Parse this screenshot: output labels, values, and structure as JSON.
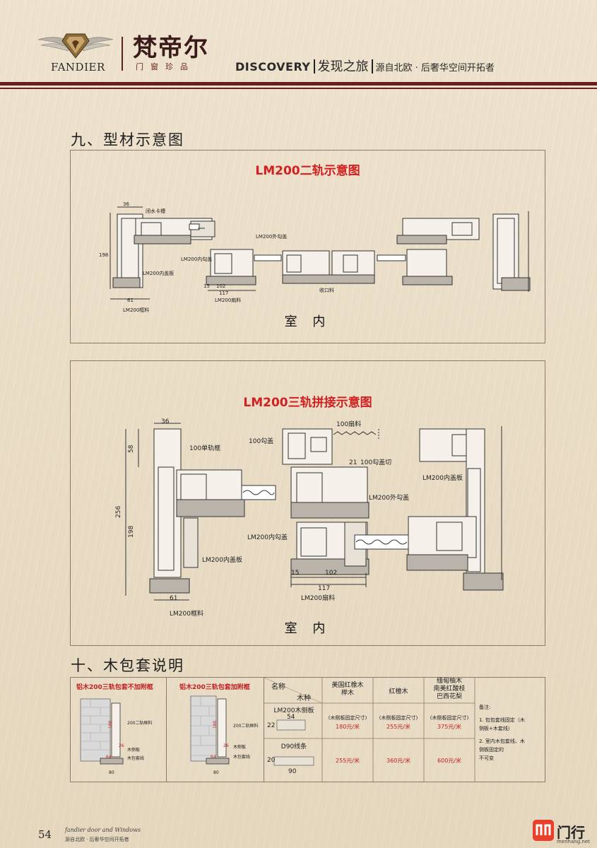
{
  "header": {
    "logo_text": "FANDIER",
    "brand_cn": "梵帝尔",
    "brand_sub": "门窗珍品",
    "tagline_en": "DISCOVERY",
    "tagline_cn": "发现之旅",
    "tagline_desc": "源自北欧 · 后奢华空间开拓者",
    "colors": {
      "maroon": "#6b1d1d",
      "red_title": "#d02020"
    }
  },
  "section9": {
    "title": "九、型材示意图",
    "diagram1": {
      "title": "LM200二轨示意图",
      "room": "室 内",
      "labels": {
        "dim_36": "36",
        "dim_198": "198",
        "drain": "闭水卡槽",
        "hook_outer": "LM200外勾盖",
        "hook_inner": "LM200内勾盖",
        "cover_inner": "LM200内盖板",
        "dim_15": "15",
        "dim_102": "102",
        "dim_117": "117",
        "sash": "LM200扇料",
        "dim_61": "61",
        "frame": "LM200框料",
        "closing": "收口料"
      }
    },
    "diagram2": {
      "title": "LM200三轨拼接示意图",
      "room": "室 内",
      "labels": {
        "dim_36": "36",
        "dim_58": "58",
        "dim_256": "256",
        "dim_198": "198",
        "single_frame": "100单轨框",
        "hook100": "100勾盖",
        "sash100": "100扇料",
        "hook_cut": "100勾盖切",
        "dim_21": "21",
        "cover_inner_r": "LM200内盖板",
        "hook_outer": "LM200外勾盖",
        "hook_inner": "LM200内勾盖",
        "cover_inner_l": "LM200内盖板",
        "dim_15": "15",
        "dim_102": "102",
        "dim_117": "117",
        "sash": "LM200扇料",
        "dim_61": "61",
        "frame": "LM200框料"
      }
    }
  },
  "section10": {
    "title": "十、木包套说明",
    "panel1": {
      "title": "铝木200三轨包套不加附框",
      "labels": {
        "a": "180",
        "b": "200二轨框料",
        "c": "26",
        "d": "木侧板",
        "e": "64",
        "f": "木包套线",
        "g": "80"
      }
    },
    "panel2": {
      "title": "铝木200三轨包套加附框",
      "labels": {
        "a": "180",
        "b": "200二轨框料",
        "c": "26",
        "d": "木侧板",
        "e": "64",
        "f": "木包套线",
        "g": "80"
      }
    },
    "table": {
      "header_name": "名称",
      "header_wood": "木种",
      "columns": [
        "美国红橡木\n榉木",
        "红檀木",
        "缅甸柚木\n南美红酸枝\n巴西花梨"
      ],
      "rows": [
        {
          "name": "LM200木侧板",
          "dim_a": "54",
          "dim_b": "22",
          "cells": [
            {
              "note": "(木侧板固定尺寸)",
              "price": "180元/米"
            },
            {
              "note": "(木侧板固定尺寸)",
              "price": "255元/米"
            },
            {
              "note": "(木侧板固定尺寸)",
              "price": "375元/米"
            }
          ]
        },
        {
          "name": "D90线条",
          "dim_a": "20",
          "dim_b": "90",
          "cells": [
            {
              "note": "",
              "price": "255元/米"
            },
            {
              "note": "",
              "price": "360元/米"
            },
            {
              "note": "",
              "price": "600元/米"
            }
          ]
        }
      ],
      "remarks_title": "备注:",
      "remarks": [
        "1. 包包套线固定（木侧板+木套线）",
        "2. 室内木包套线、木侧板固定的",
        "不可变"
      ]
    }
  },
  "footer": {
    "page": "54",
    "script": "fandier door and Windows",
    "cn": "源自北欧 · 后奢华空间开拓者"
  },
  "watermark": {
    "cn": "门行",
    "url": "menhang.net"
  }
}
